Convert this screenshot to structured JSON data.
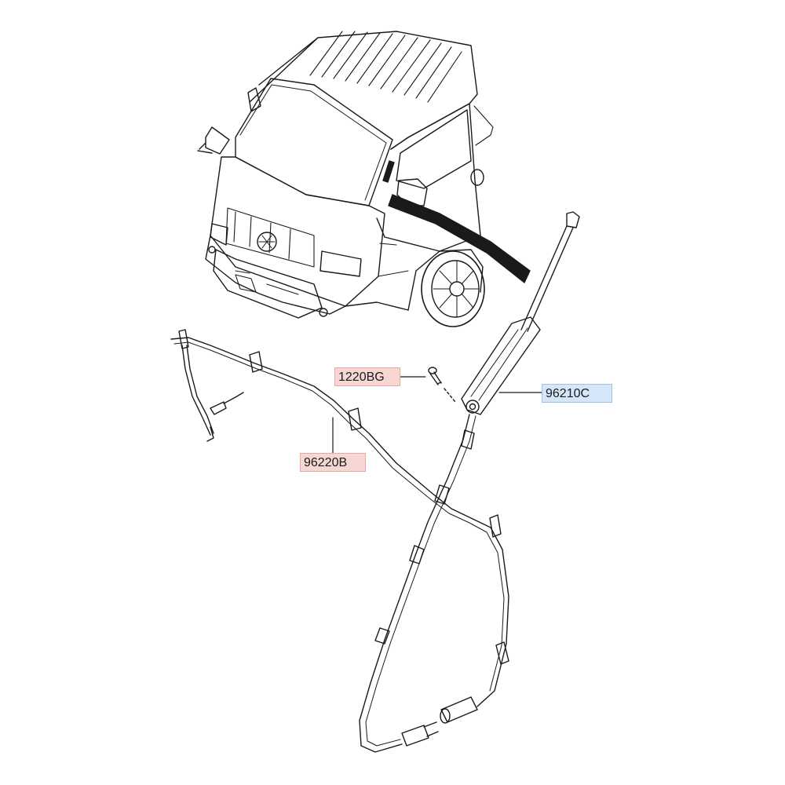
{
  "parts": [
    {
      "id": "1220BG",
      "kind": "screw",
      "highlight": "#f6d7d3",
      "border": "#e8a9a2"
    },
    {
      "id": "96220B",
      "kind": "antenna-feeder-cable",
      "highlight": "#f6d7d3",
      "border": "#e8a9a2"
    },
    {
      "id": "96210C",
      "kind": "antenna-pole-assembly",
      "highlight": "#d5e6f8",
      "border": "#9ec1e6"
    }
  ],
  "colors": {
    "line": "#1a1a1a",
    "background": "#ffffff"
  }
}
